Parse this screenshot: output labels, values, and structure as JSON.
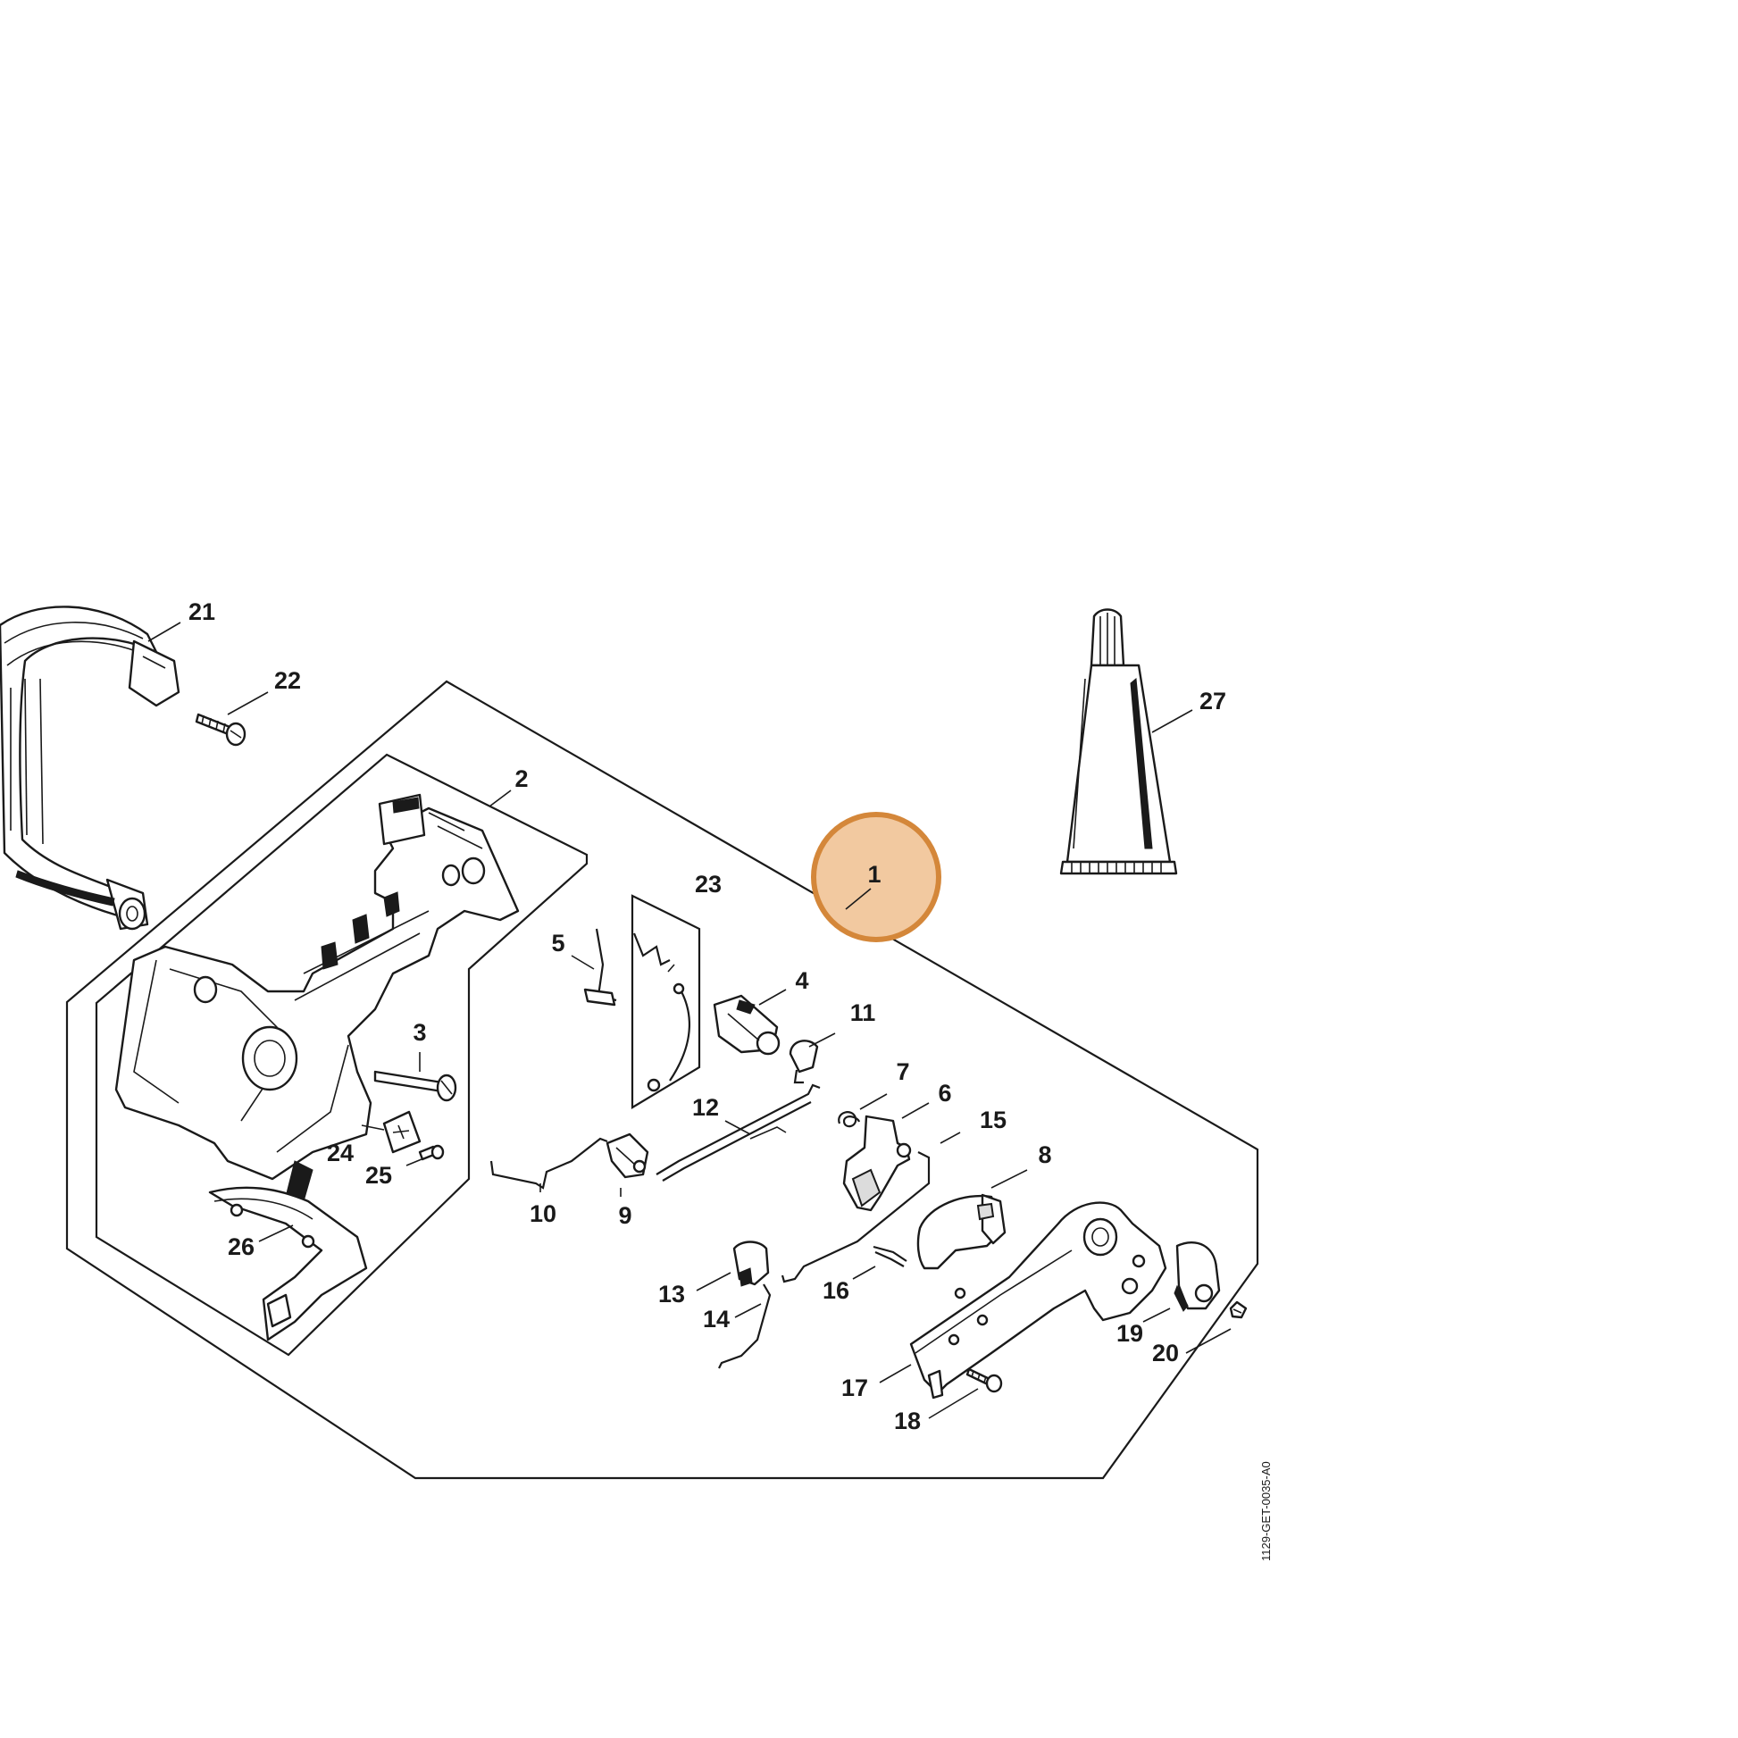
{
  "callouts": {
    "c1": "1",
    "c2": "2",
    "c3": "3",
    "c4": "4",
    "c5": "5",
    "c6": "6",
    "c7": "7",
    "c8": "8",
    "c9": "9",
    "c10": "10",
    "c11": "11",
    "c12": "12",
    "c13": "13",
    "c14": "14",
    "c15": "15",
    "c16": "16",
    "c17": "17",
    "c18": "18",
    "c19": "19",
    "c20": "20",
    "c21": "21",
    "c22": "22",
    "c23": "23",
    "c24": "24",
    "c25": "25",
    "c26": "26",
    "c27": "27"
  },
  "reference_code": "1129-GET-0035-A0",
  "highlight": {
    "target": "1",
    "color": "#d4873a",
    "fill": "#f2c9a0"
  }
}
